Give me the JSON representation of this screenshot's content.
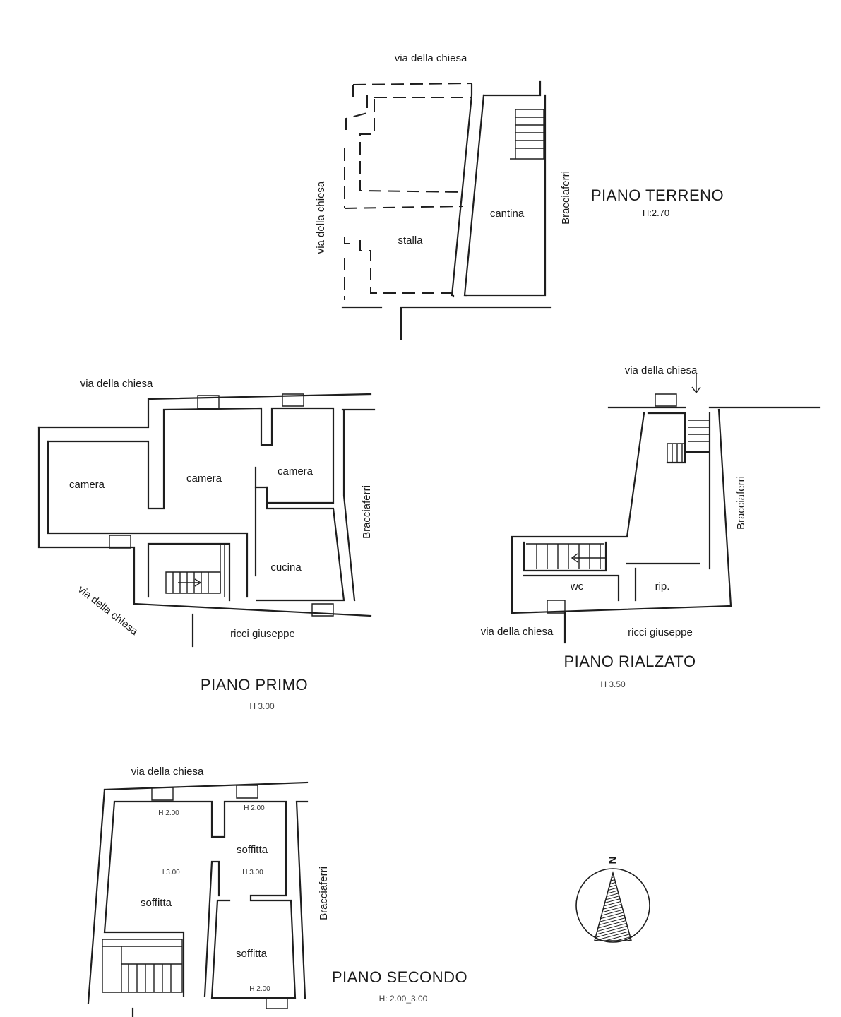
{
  "plans": {
    "terreno": {
      "title": "PIANO TERRENO",
      "height": "H:2.70",
      "street_top": "via della chiesa",
      "street_left": "via della chiesa",
      "street_right": "Bracciaferri",
      "rooms": [
        "stalla",
        "cantina"
      ]
    },
    "primo": {
      "title": "PIANO PRIMO",
      "height": "H 3.00",
      "street_top": "via della chiesa",
      "street_diag": "via della chiesa",
      "street_right": "Bracciaferri",
      "street_bottom": "ricci giuseppe",
      "rooms": [
        "camera",
        "camera",
        "camera",
        "cucina"
      ]
    },
    "rialzato": {
      "title": "PIANO RIALZATO",
      "height": "H 3.50",
      "street_top": "via della chiesa",
      "street_right": "Bracciaferri",
      "street_bottom_left": "via della chiesa",
      "street_bottom": "ricci giuseppe",
      "rooms": [
        "wc",
        "rip."
      ]
    },
    "secondo": {
      "title": "PIANO SECONDO",
      "height": "H: 2.00_3.00",
      "street_top": "via della chiesa",
      "street_right": "Bracciaferri",
      "rooms": [
        "soffitta",
        "soffitta",
        "soffitta"
      ],
      "heights": [
        "H 2.00",
        "H 2.00",
        "H 3.00",
        "H 3.00",
        "H 2.00"
      ]
    }
  },
  "compass": {
    "label": "N"
  }
}
